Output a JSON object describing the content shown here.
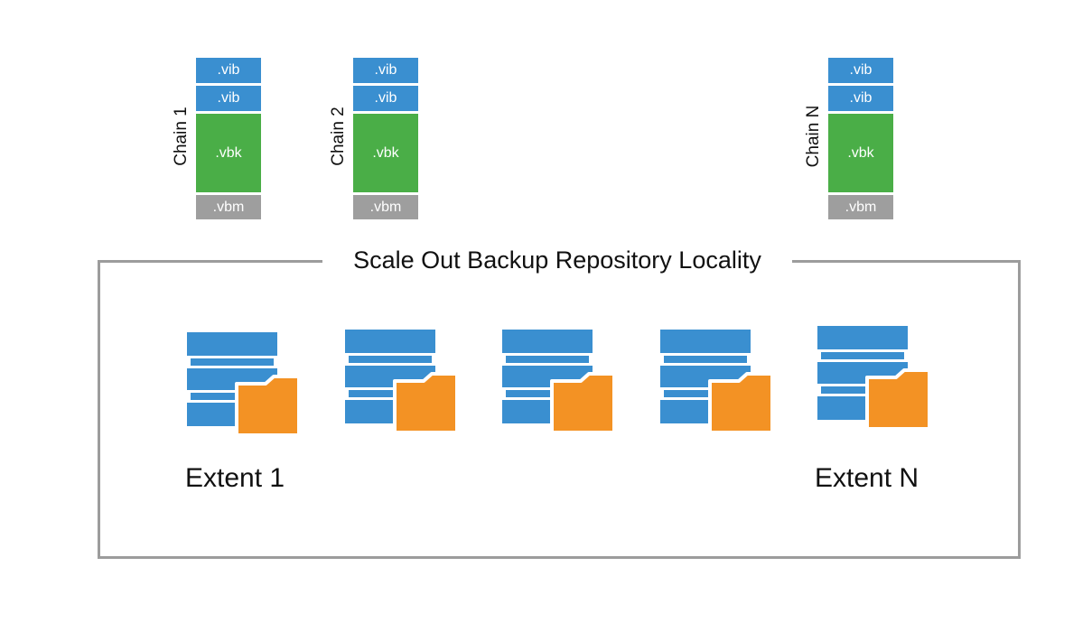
{
  "colors": {
    "vib": "#3a8fd0",
    "vbk": "#4aae47",
    "vbm": "#9e9e9e",
    "server": "#3a8fd0",
    "folder": "#f39224",
    "frame": "#9c9c9c"
  },
  "chains": [
    {
      "label": "Chain 1",
      "vib1": ".vib",
      "vib2": ".vib",
      "vbk": ".vbk",
      "vbm": ".vbm"
    },
    {
      "label": "Chain 2",
      "vib1": ".vib",
      "vib2": ".vib",
      "vbk": ".vbk",
      "vbm": ".vbm"
    },
    {
      "label": "Chain N",
      "vib1": ".vib",
      "vib2": ".vib",
      "vbk": ".vbk",
      "vbm": ".vbm"
    }
  ],
  "repository": {
    "title": "Scale Out Backup Repository Locality",
    "extent_icons": [
      "server-folder-icon",
      "server-folder-icon",
      "server-folder-icon",
      "server-folder-icon",
      "server-folder-icon"
    ],
    "extents": [
      {
        "label": "Extent 1"
      },
      {
        "label": "Extent N"
      }
    ]
  }
}
